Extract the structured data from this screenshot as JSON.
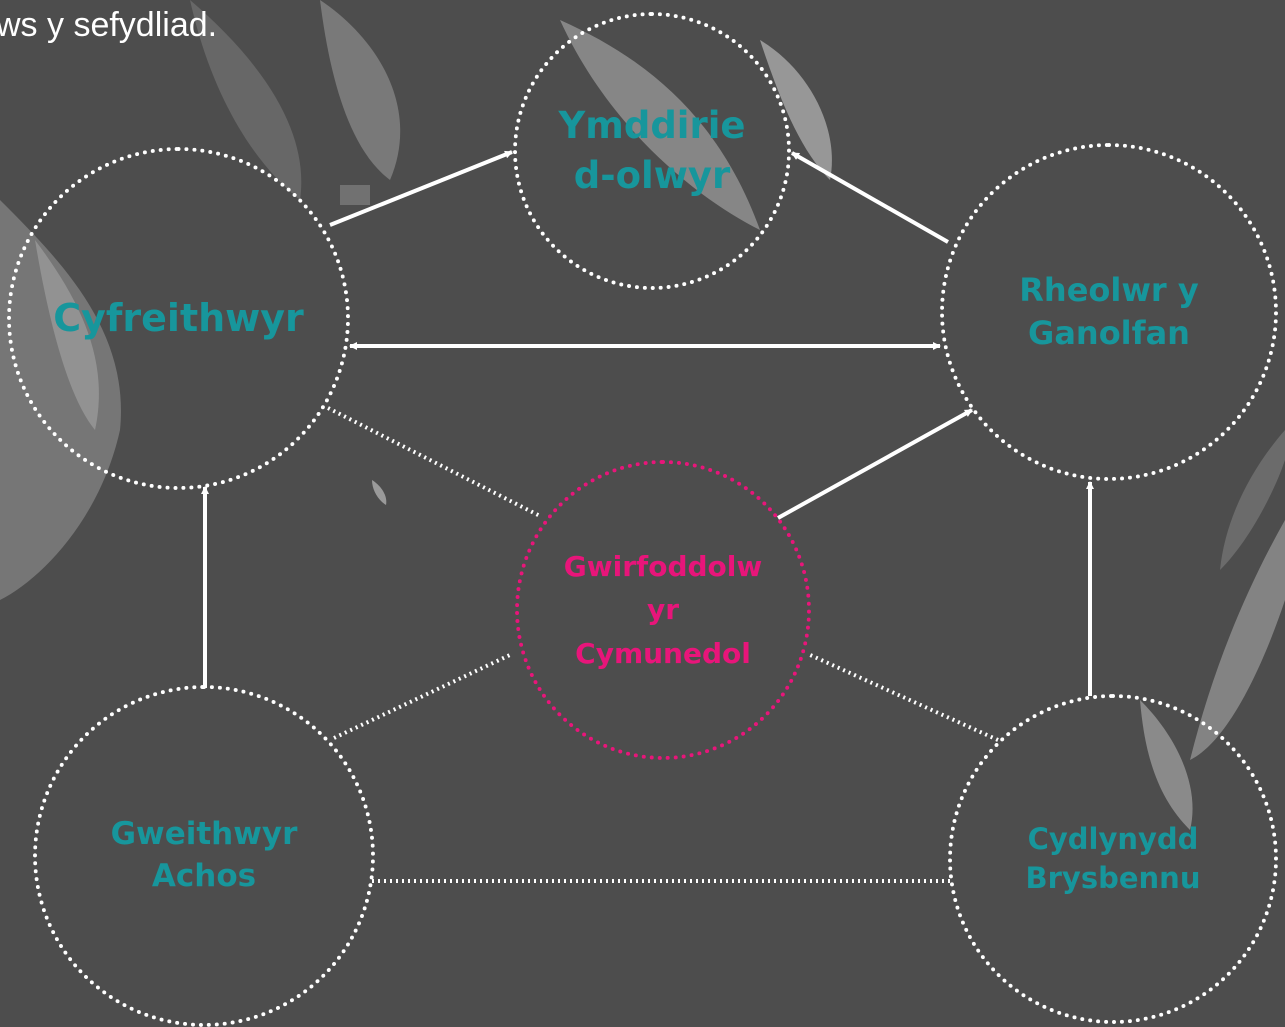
{
  "colors": {
    "background": "#4d4d4d",
    "petals": "#7b7b7b",
    "teal_label": "#17969c",
    "pink_label": "#e8157a",
    "connector": "#ffffff"
  },
  "intro": {
    "text_fragment": "ws y sefydliad."
  },
  "nodes": {
    "trustees": {
      "label": "Ymddirie\nd-olwyr"
    },
    "lawyers": {
      "label": "Cyfreithwyr"
    },
    "centre_manager": {
      "label": "Rheolwr y\nGanolfan"
    },
    "community_volunteer": {
      "label": "Gwirfoddolw\nyr\nCymunedol"
    },
    "caseworkers": {
      "label": "Gweithwyr\nAchos"
    },
    "triage_coordinator": {
      "label": "Cydlynydd\nBrysbennu"
    }
  },
  "connections": [
    {
      "from": "lawyers",
      "to": "trustees",
      "style": "solid-arrow"
    },
    {
      "from": "centre_manager",
      "to": "trustees",
      "style": "solid-arrow"
    },
    {
      "from": "lawyers",
      "to": "centre_manager",
      "style": "solid-double-arrow"
    },
    {
      "from": "community_volunteer",
      "to": "centre_manager",
      "style": "solid-arrow"
    },
    {
      "from": "caseworkers",
      "to": "lawyers",
      "style": "solid-arrow"
    },
    {
      "from": "triage_coordinator",
      "to": "centre_manager",
      "style": "solid-arrow"
    },
    {
      "from": "lawyers",
      "to": "community_volunteer",
      "style": "dotted"
    },
    {
      "from": "caseworkers",
      "to": "community_volunteer",
      "style": "dotted"
    },
    {
      "from": "triage_coordinator",
      "to": "community_volunteer",
      "style": "dotted"
    },
    {
      "from": "caseworkers",
      "to": "triage_coordinator",
      "style": "dotted"
    }
  ]
}
